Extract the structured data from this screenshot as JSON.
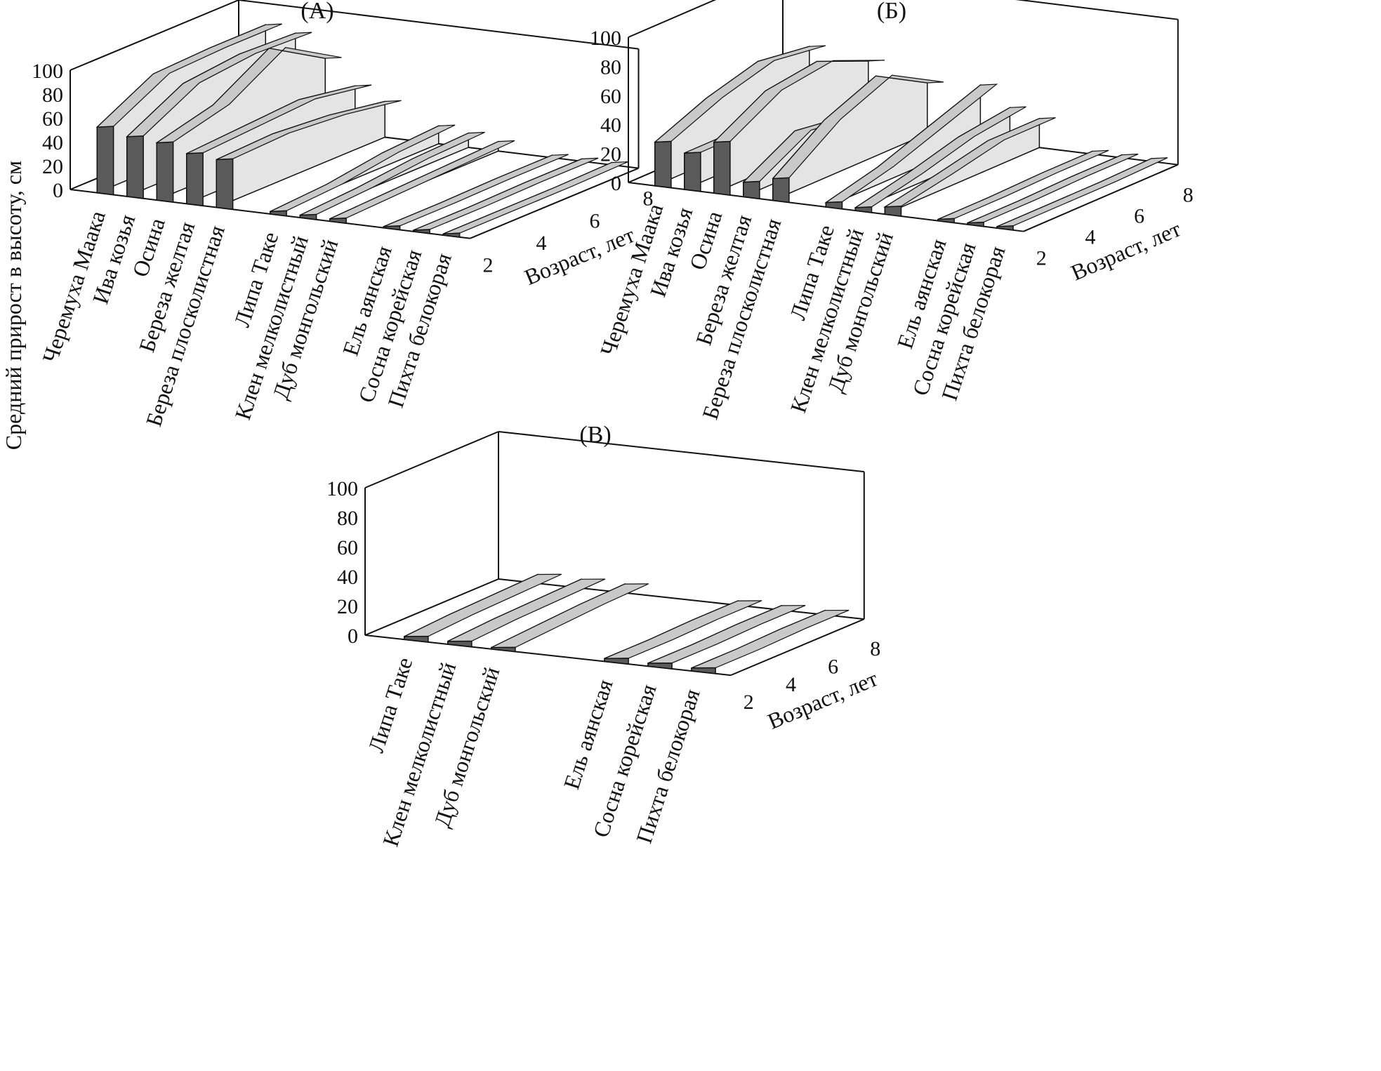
{
  "figure": {
    "y_axis_title": "Средний прирост в высоту, см",
    "depth_axis_title": "Возраст, лет"
  },
  "chart_data": [
    {
      "type": "area",
      "panel": "(A)",
      "title": "(A)",
      "ylabel": "Средний прирост в высоту, см",
      "zlabel": "Возраст, лет",
      "ylim": [
        0,
        100
      ],
      "yticks": [
        0,
        20,
        40,
        60,
        80,
        100
      ],
      "ages": [
        2,
        4,
        6,
        8
      ],
      "categories": [
        "Черемуха Маака",
        "Ива козья",
        "Осина",
        "Береза желтая",
        "Береза плосколистная",
        "Липа Таке",
        "Клен мелколистный",
        "Дуб монгольский",
        "Ель аянская",
        "Сосна корейская",
        "Пихта белокорая"
      ],
      "series": [
        {
          "name": "Черемуха Маака",
          "values": [
            55,
            80,
            82,
            82
          ]
        },
        {
          "name": "Ива козья",
          "values": [
            50,
            75,
            80,
            78
          ]
        },
        {
          "name": "Осина",
          "values": [
            48,
            60,
            88,
            60
          ]
        },
        {
          "name": "Береза желтая",
          "values": [
            42,
            45,
            48,
            40
          ]
        },
        {
          "name": "Береза плосколистная",
          "values": [
            40,
            42,
            38,
            30
          ]
        },
        {
          "name": "Липа Таке",
          "values": [
            2,
            5,
            12,
            15
          ]
        },
        {
          "name": "Клен мелколистный",
          "values": [
            2,
            5,
            10,
            12
          ]
        },
        {
          "name": "Дуб монгольский",
          "values": [
            2,
            4,
            6,
            8
          ]
        },
        {
          "name": "Ель аянская",
          "values": [
            1,
            1,
            2,
            2
          ]
        },
        {
          "name": "Сосна корейская",
          "values": [
            1,
            1,
            2,
            2
          ]
        },
        {
          "name": "Пихта белокорая",
          "values": [
            1,
            1,
            1,
            2
          ]
        }
      ]
    },
    {
      "type": "area",
      "panel": "(Б)",
      "title": "(Б)",
      "ylabel": "",
      "zlabel": "Возраст, лет",
      "ylim": [
        0,
        100
      ],
      "yticks": [
        0,
        20,
        40,
        60,
        80,
        100
      ],
      "ages": [
        2,
        4,
        6,
        8
      ],
      "categories": [
        "Черемуха Маака",
        "Ива козья",
        "Осина",
        "Береза желтая",
        "Береза плосколистная",
        "Липа Таке",
        "Клен мелколистный",
        "Дуб монгольский",
        "Ель аянская",
        "Сосна корейская",
        "Пихта белокорая"
      ],
      "series": [
        {
          "name": "Черемуха Маака",
          "values": [
            30,
            45,
            55,
            50
          ]
        },
        {
          "name": "Ива козья",
          "values": [
            25,
            25,
            25,
            25
          ]
        },
        {
          "name": "Осина",
          "values": [
            35,
            55,
            60,
            45
          ]
        },
        {
          "name": "Береза желтая",
          "values": [
            10,
            30,
            25,
            30
          ]
        },
        {
          "name": "Береза плосколистная",
          "values": [
            15,
            40,
            55,
            35
          ]
        },
        {
          "name": "Липа Таке",
          "values": [
            3,
            12,
            25,
            38
          ]
        },
        {
          "name": "Клен мелколистный",
          "values": [
            2,
            10,
            20,
            25
          ]
        },
        {
          "name": "Дуб монгольский",
          "values": [
            5,
            12,
            20,
            20
          ]
        },
        {
          "name": "Ель аянская",
          "values": [
            1,
            1,
            2,
            2
          ]
        },
        {
          "name": "Сосна корейская",
          "values": [
            1,
            1,
            2,
            2
          ]
        },
        {
          "name": "Пихта белокорая",
          "values": [
            1,
            1,
            1,
            2
          ]
        }
      ]
    },
    {
      "type": "area",
      "panel": "(В)",
      "title": "(В)",
      "ylabel": "",
      "zlabel": "Возраст, лет",
      "ylim": [
        0,
        100
      ],
      "yticks": [
        0,
        20,
        40,
        60,
        80,
        100
      ],
      "ages": [
        2,
        4,
        6,
        8
      ],
      "categories": [
        "Липа Таке",
        "Клен мелколистный",
        "Дуб монгольский",
        "Ель аянская",
        "Сосна корейская",
        "Пихта белокорая"
      ],
      "series": [
        {
          "name": "Липа Таке",
          "values": [
            2,
            4,
            5,
            6
          ]
        },
        {
          "name": "Клен мелколистный",
          "values": [
            2,
            4,
            5,
            6
          ]
        },
        {
          "name": "Дуб монгольский",
          "values": [
            1,
            3,
            5,
            6
          ]
        },
        {
          "name": "Ель аянская",
          "values": [
            2,
            2,
            3,
            3
          ]
        },
        {
          "name": "Сосна корейская",
          "values": [
            2,
            2,
            3,
            3
          ]
        },
        {
          "name": "Пихта белокорая",
          "values": [
            2,
            2,
            3,
            3
          ]
        }
      ]
    }
  ]
}
